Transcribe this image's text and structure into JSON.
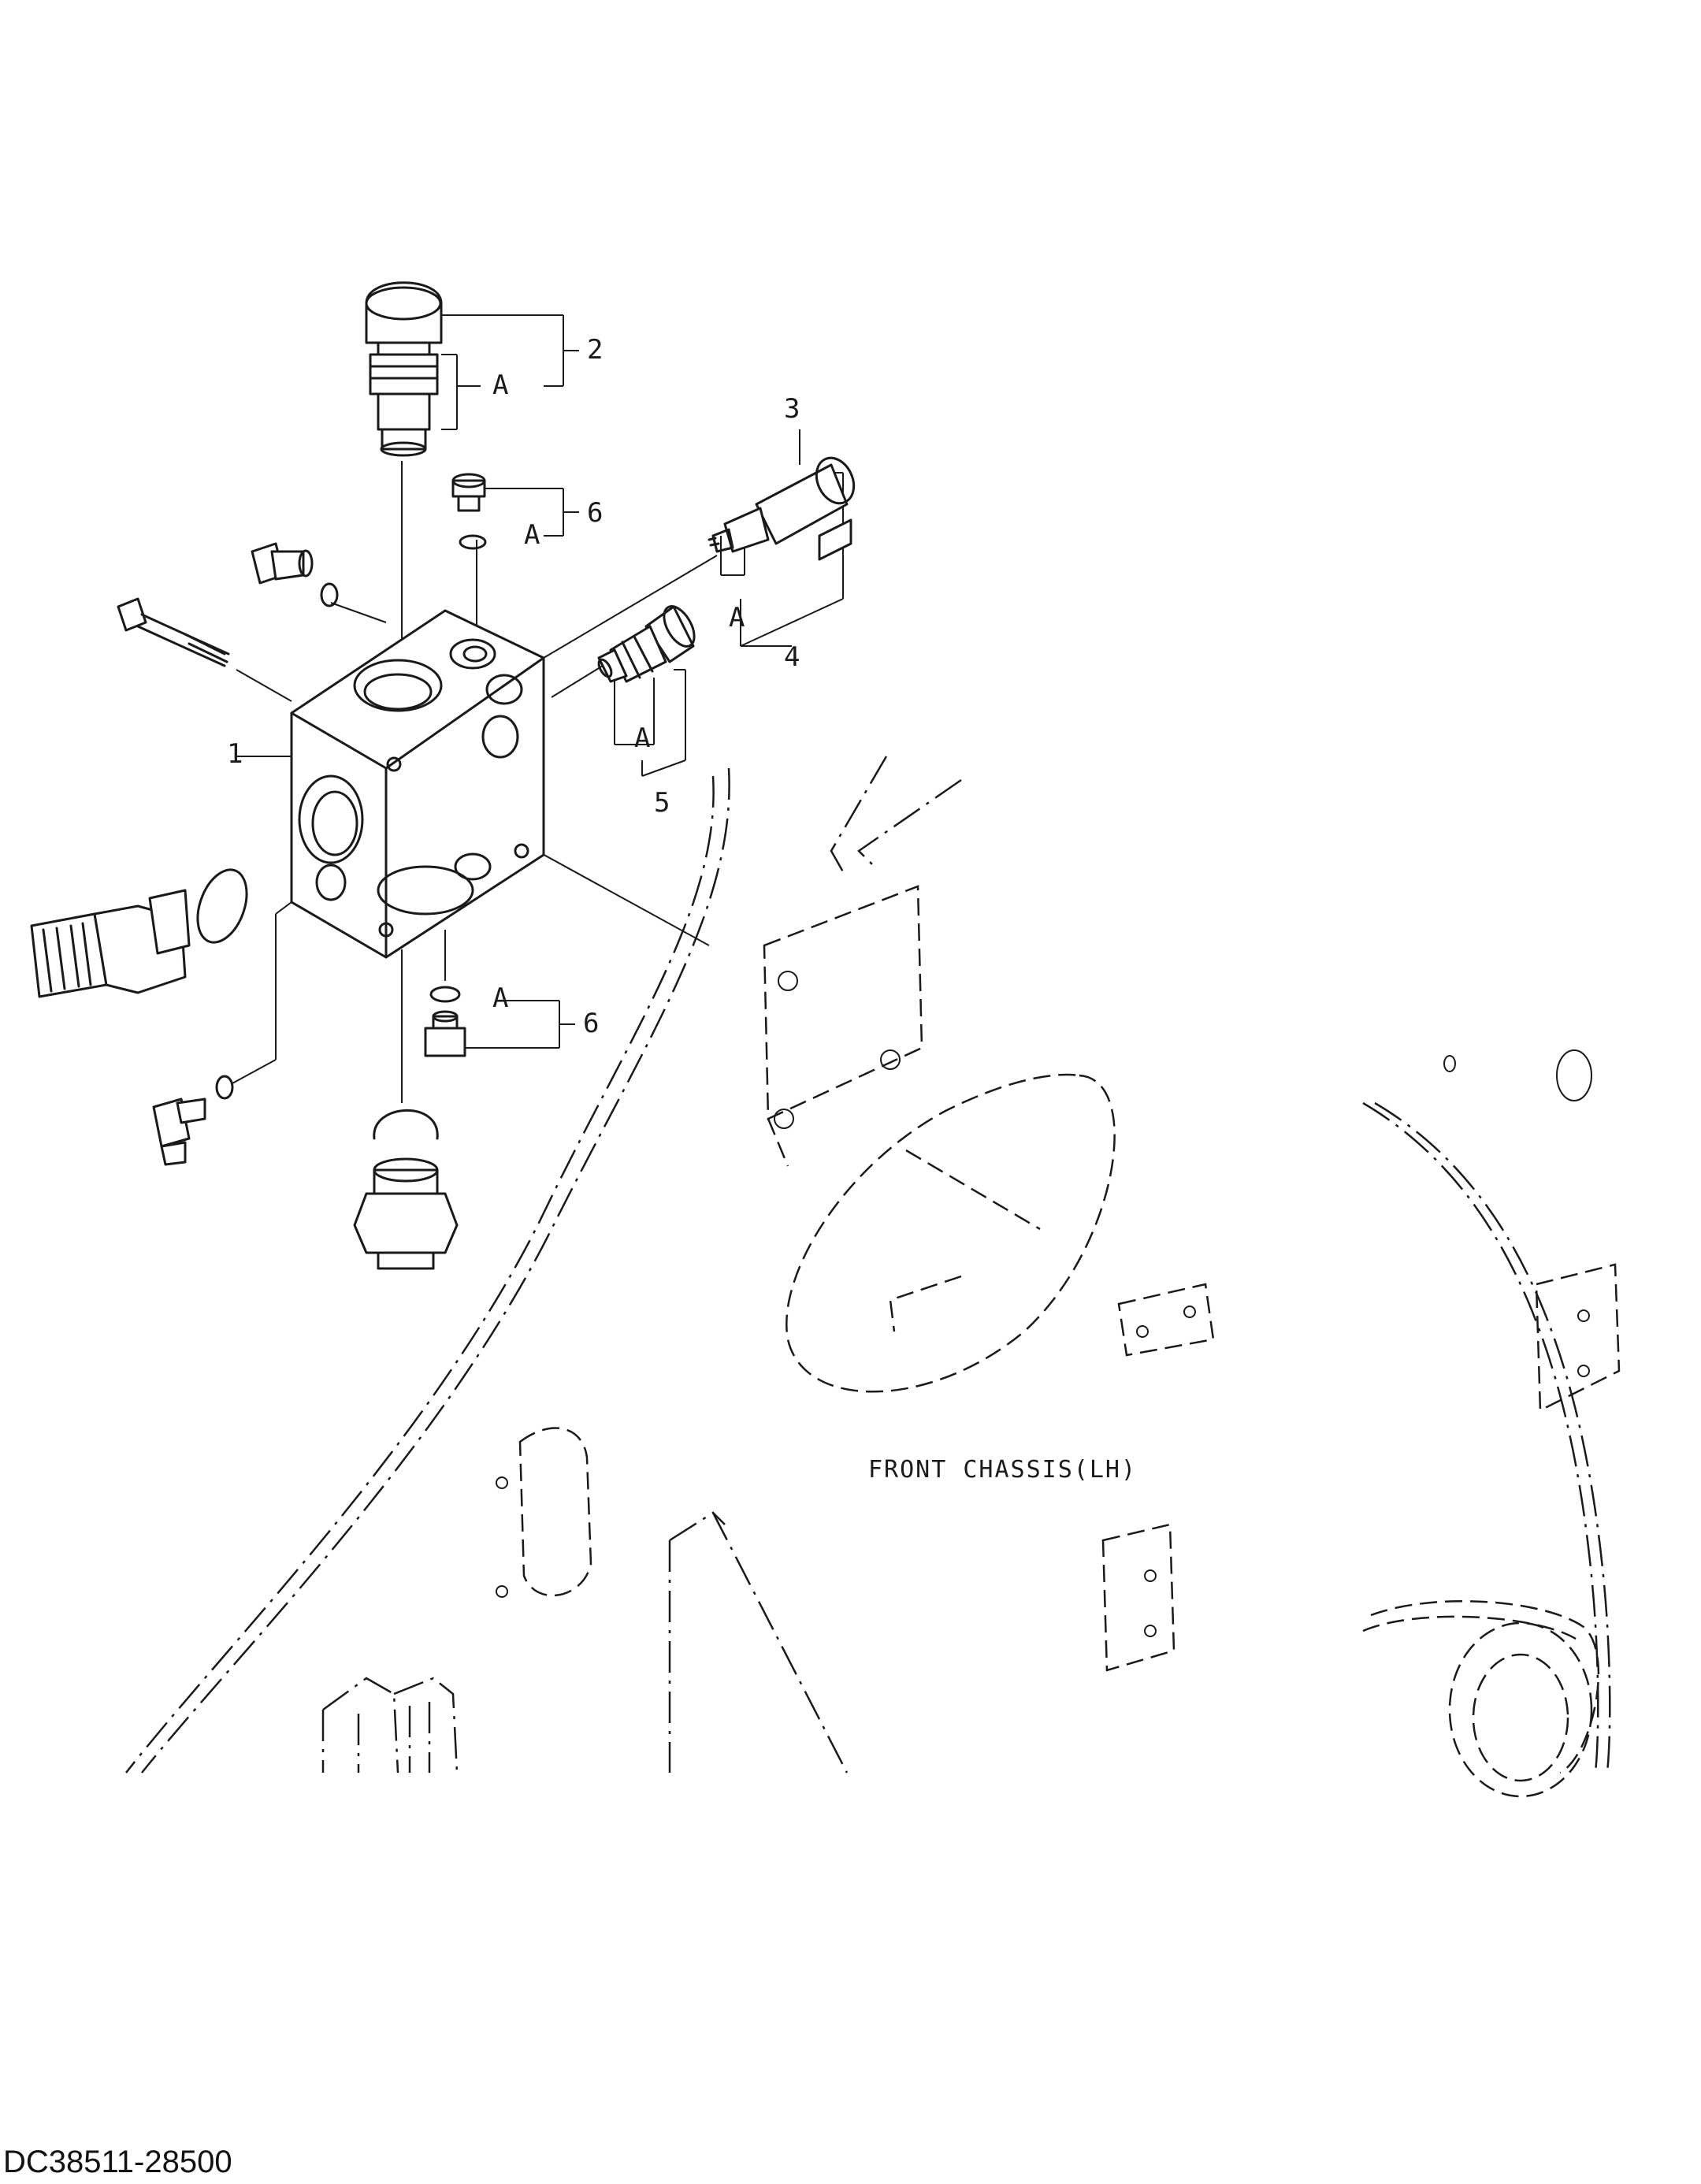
{
  "callouts": {
    "item_1": "1",
    "item_2": "2",
    "item_3": "3",
    "item_4": "4",
    "item_5": "5",
    "item_6_upper": "6",
    "item_6_lower": "6",
    "assembly_a_cartridge": "A",
    "assembly_a_plug_upper": "A",
    "assembly_a_solenoid": "A",
    "assembly_a_relief": "A",
    "assembly_a_plug_lower": "A"
  },
  "chassis_label": "FRONT CHASSIS(LH)",
  "part_number": "DC38511-28500"
}
